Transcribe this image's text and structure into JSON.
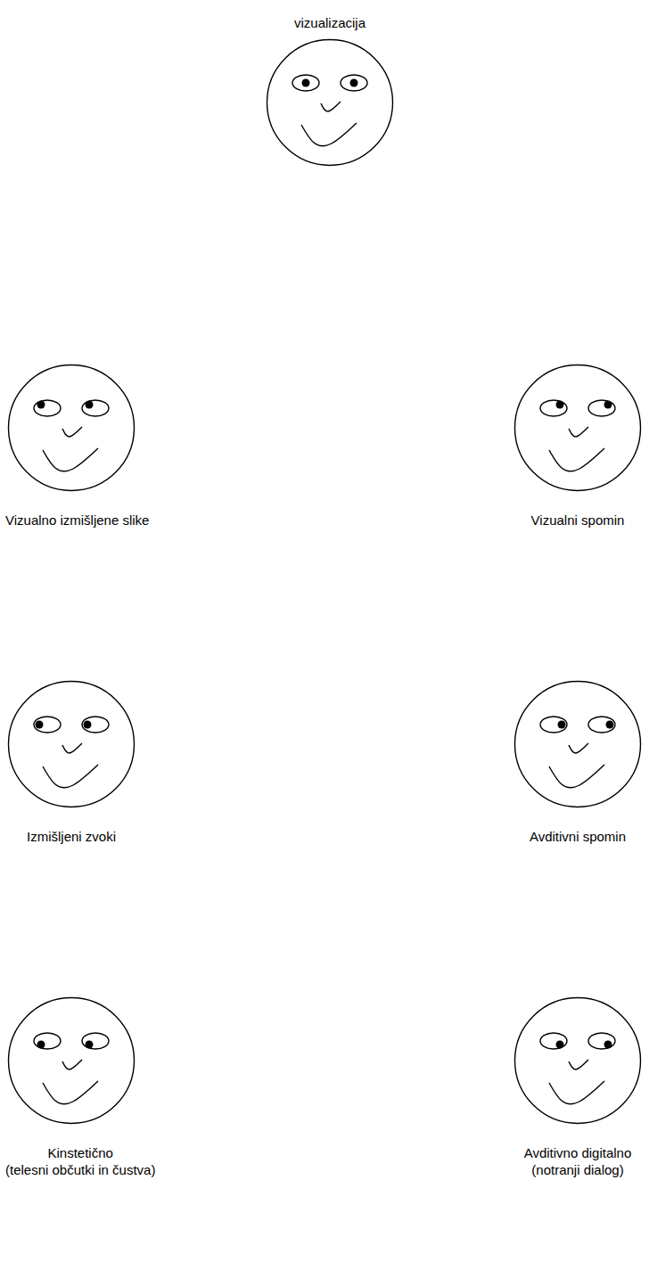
{
  "diagram": {
    "nodes": [
      {
        "text": [
          "vizualizacija"
        ]
      },
      {
        "text": [
          "Vizualno izmišljene slike"
        ]
      },
      {
        "text": [
          "Vizualni spomin"
        ]
      },
      {
        "text": [
          "Izmišljeni zvoki"
        ]
      },
      {
        "text": [
          "Avditivni spomin"
        ]
      },
      {
        "text": [
          "Kinstetično",
          "(telesni občutki in čustva)"
        ]
      },
      {
        "text": [
          "Avditivno digitalno",
          "(notranji dialog)"
        ]
      }
    ]
  }
}
